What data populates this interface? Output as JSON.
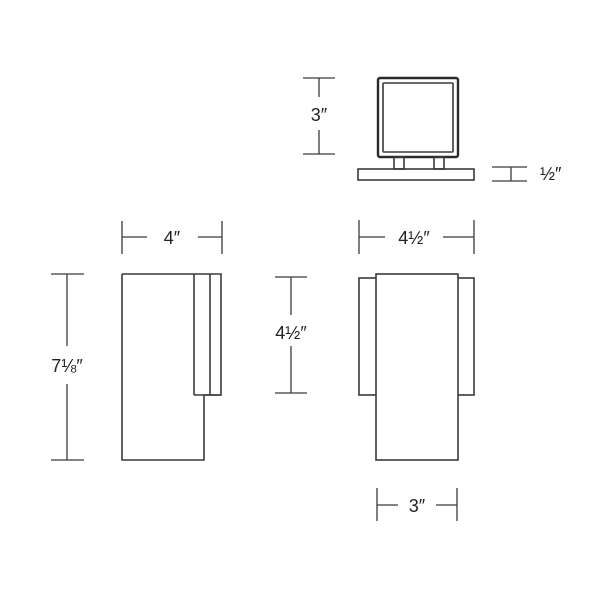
{
  "dimensions": {
    "top_height": "3″",
    "base_thickness": "½″",
    "side_width": "4″",
    "overall_height": "7⅛″",
    "front_width": "4½″",
    "glass_height": "4½″",
    "bottom_width": "3″"
  },
  "colors": {
    "line": "#3a3a3a",
    "text": "#222222",
    "background": "#ffffff"
  }
}
